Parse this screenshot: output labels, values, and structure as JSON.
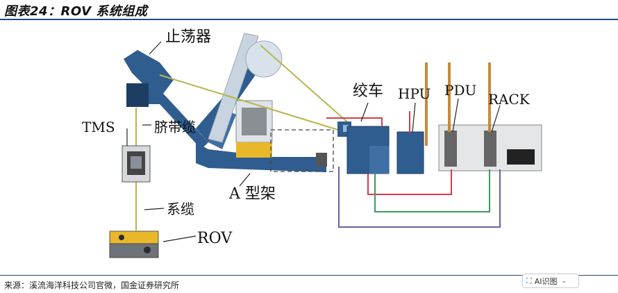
{
  "title": "图表24：ROV 系统组成",
  "diagram": {
    "labels": {
      "stopper": "止荡器",
      "tms": "TMS",
      "umbilical": "脐带缆",
      "tether": "系缆",
      "rov": "ROV",
      "a_frame": "A 型架",
      "winch": "绞车",
      "hpu": "HPU",
      "pdu": "PDU",
      "rack": "RACK"
    },
    "colors": {
      "frame_blue": "#2f5d8f",
      "crane_gray": "#c8d4df",
      "rov_yellow": "#e8b82a",
      "line_red": "#d63a4a",
      "line_green": "#3a9a5a",
      "line_purple": "#6a5fa6",
      "cable_olive": "#b8b44a",
      "rule_blue": "#1f4e79"
    }
  },
  "source": "来源：溪流海洋科技公司官微，国金证券研究所",
  "ai_button": {
    "label": "AI识图"
  }
}
